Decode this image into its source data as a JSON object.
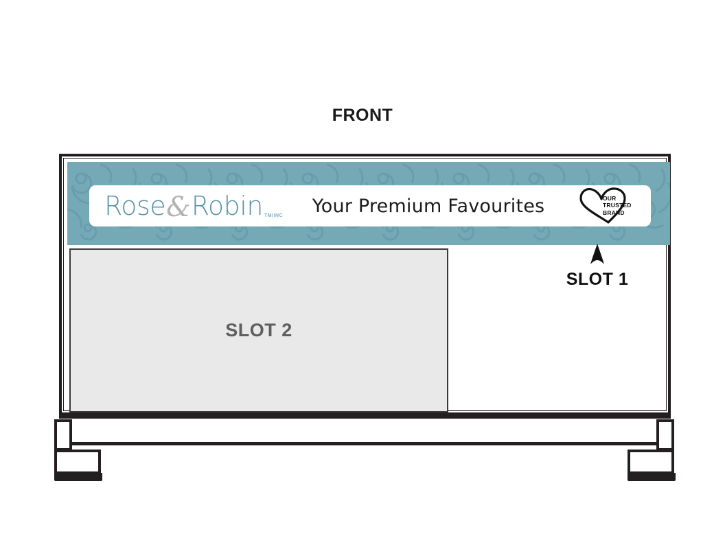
{
  "diagram": {
    "title": "FRONT",
    "view": "front-elevation"
  },
  "slot1": {
    "label": "SLOT 1",
    "arrow_icon": "arrow-up-icon",
    "banner": {
      "background_color": "#76a9b6",
      "pattern": "paisley-swirl",
      "brand": {
        "word_one": "Rose",
        "ampersand": "&",
        "word_two": "Robin",
        "trademark": "TM/INC",
        "color": "#5691ab",
        "ampersand_color": "#b3b3b3"
      },
      "tagline": "Your Premium Favourites",
      "trust_badge": {
        "icon": "heart-outline-icon",
        "line_one": "OUR",
        "line_two": "TRUSTED",
        "line_three": "BRAND"
      }
    }
  },
  "slot2": {
    "label": "SLOT 2",
    "fill_color": "#e9e9e9",
    "text_color": "#5e5e5e"
  },
  "colors": {
    "outline": "#231f20",
    "teal": "#76a9b6",
    "brand_blue": "#5691ab",
    "panel_grey": "#e9e9e9"
  }
}
